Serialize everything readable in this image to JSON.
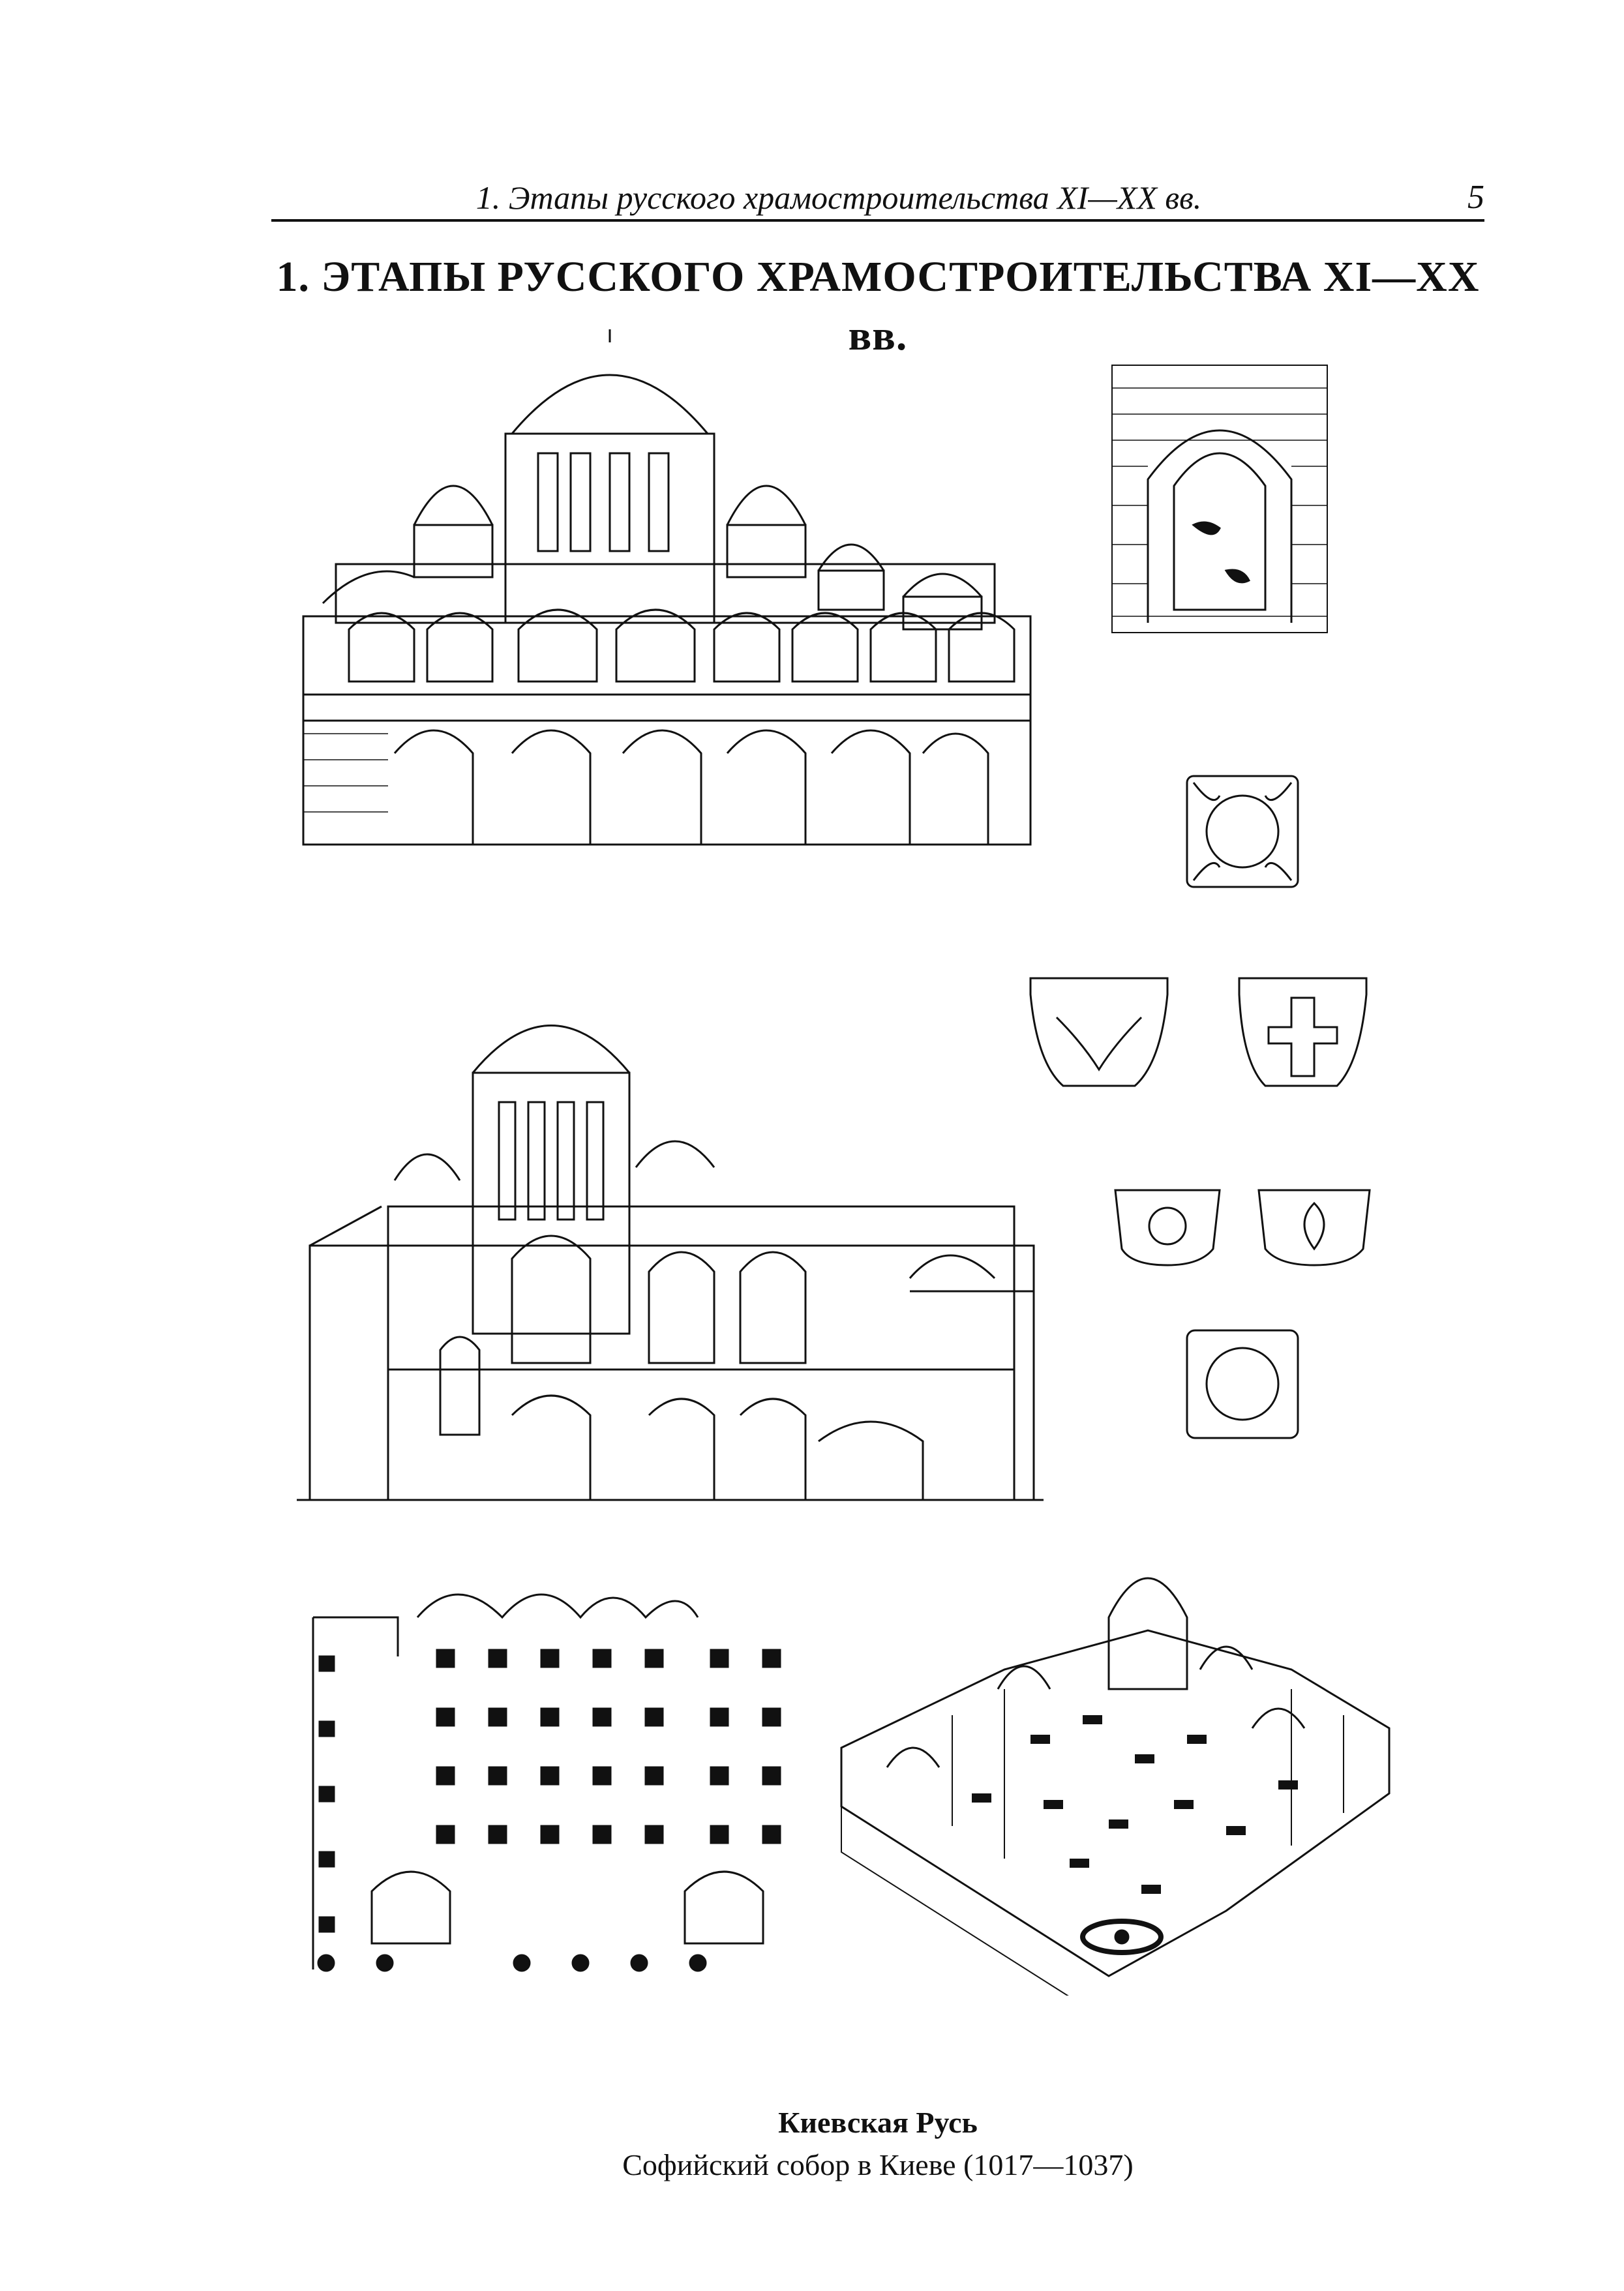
{
  "header": {
    "running_title": "1. Этапы русского храмостроительства XI—XX вв.",
    "page_number": "5"
  },
  "chapter_title": "1. ЭТАПЫ РУССКОГО ХРАМОСТРОИТЕЛЬСТВА XI—XX вв.",
  "caption": {
    "title": "Киевская Русь",
    "subtitle": "Софийский собор в Киеве (1017—1037)"
  },
  "figures": [
    {
      "name": "facade-elevation",
      "icon": "cathedral-facade-drawing"
    },
    {
      "name": "window-detail",
      "icon": "arched-window-drawing"
    },
    {
      "name": "longitudinal-section",
      "icon": "cathedral-section-drawing"
    },
    {
      "name": "capitals",
      "icon": "carved-capitals-drawing"
    },
    {
      "name": "floor-plan",
      "icon": "floor-plan-drawing"
    },
    {
      "name": "axonometric-view",
      "icon": "axonometric-reconstruction-drawing"
    }
  ],
  "colors": {
    "ink": "#111111",
    "paper": "#ffffff"
  }
}
